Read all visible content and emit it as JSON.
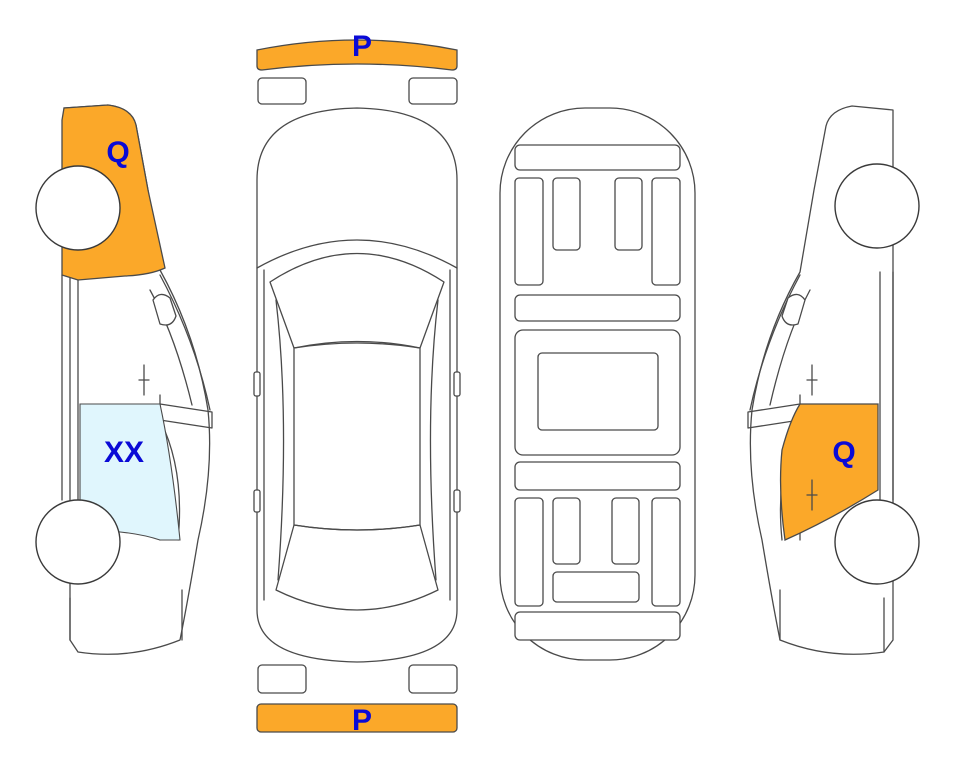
{
  "colors": {
    "damage_q": "#fba829",
    "damage_p": "#fba829",
    "damage_xx": "#e0f6fd",
    "label": "#0a0ad6",
    "outline": "#4a4a4a"
  },
  "labels": {
    "front_bumper": "P",
    "rear_bumper": "P",
    "left_front_fender": "Q",
    "left_rear_door": "XX",
    "right_rear_door": "Q"
  }
}
